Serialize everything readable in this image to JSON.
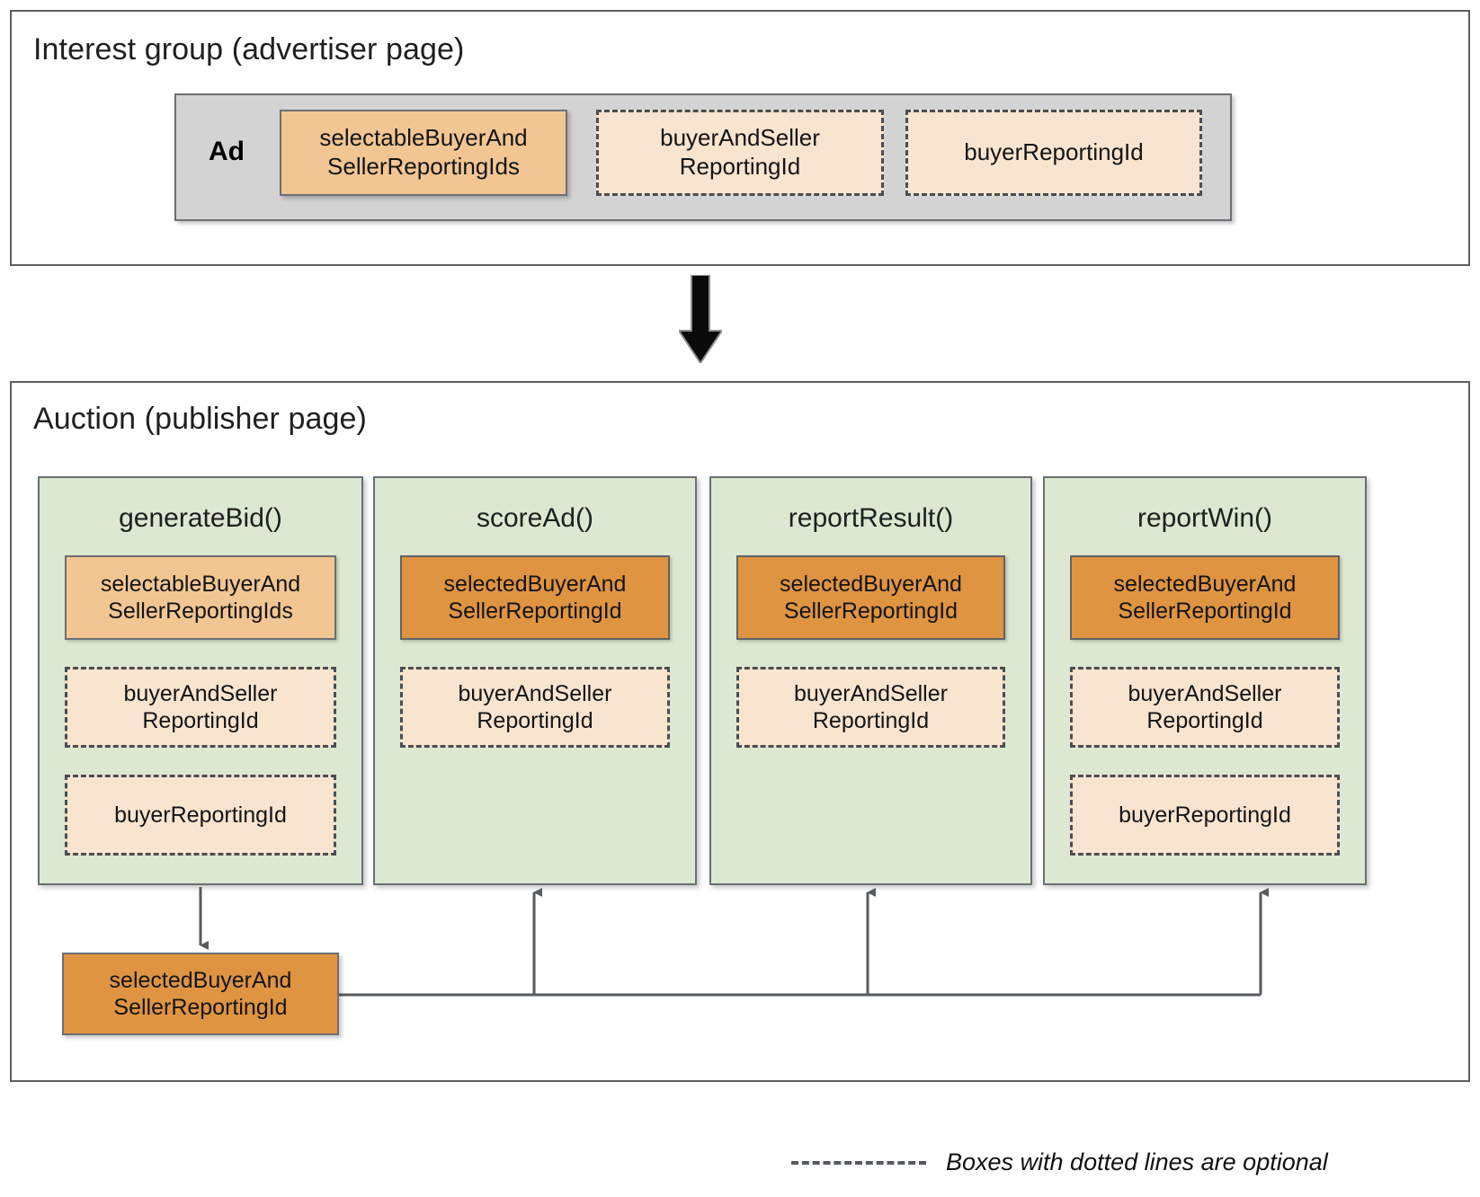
{
  "interest_group": {
    "title": "Interest group (advertiser page)",
    "ad_label": "Ad",
    "items": [
      {
        "label": "selectableBuyerAnd\nSellerReportingIds",
        "style": "selectable"
      },
      {
        "label": "buyerAndSeller\nReportingId",
        "style": "optional"
      },
      {
        "label": "buyerReportingId",
        "style": "optional"
      }
    ]
  },
  "flow": {
    "arrow_icon": "down-block-arrow"
  },
  "auction": {
    "title": "Auction (publisher page)",
    "columns": [
      {
        "name": "generateBid()",
        "chips": [
          {
            "label": "selectableBuyerAnd\nSellerReportingIds",
            "style": "selectable"
          },
          {
            "label": "buyerAndSeller\nReportingId",
            "style": "optional"
          },
          {
            "label": "buyerReportingId",
            "style": "optional"
          }
        ]
      },
      {
        "name": "scoreAd()",
        "chips": [
          {
            "label": "selectedBuyerAnd\nSellerReportingId",
            "style": "selected"
          },
          {
            "label": "buyerAndSeller\nReportingId",
            "style": "optional"
          }
        ]
      },
      {
        "name": "reportResult()",
        "chips": [
          {
            "label": "selectedBuyerAnd\nSellerReportingId",
            "style": "selected"
          },
          {
            "label": "buyerAndSeller\nReportingId",
            "style": "optional"
          }
        ]
      },
      {
        "name": "reportWin()",
        "chips": [
          {
            "label": "selectedBuyerAnd\nSellerReportingId",
            "style": "selected"
          },
          {
            "label": "buyerAndSeller\nReportingId",
            "style": "optional"
          },
          {
            "label": "buyerReportingId",
            "style": "optional"
          }
        ]
      }
    ],
    "result_box": {
      "label": "selectedBuyerAnd\nSellerReportingId",
      "style": "selected"
    }
  },
  "legend": {
    "text": "Boxes with dotted lines are optional",
    "swatch_icon": "dashed-line-icon"
  },
  "colors": {
    "selectable_fill": "#f2c693",
    "selected_fill": "#df9442",
    "optional_fill": "#f9e4cf",
    "panel_fill": "#dce8d1",
    "ad_strip_fill": "#d3d3d3",
    "border": "#6b6f73",
    "dashed_border": "#4a4e52",
    "connector": "#5b5f63"
  }
}
